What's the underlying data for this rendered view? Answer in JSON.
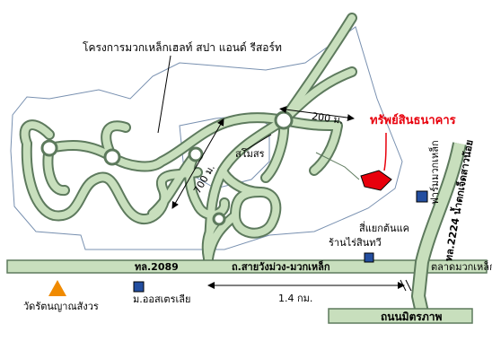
{
  "map": {
    "colors": {
      "road_fill": "#c8dfbd",
      "road_outline": "#5d7a5d",
      "boundary": "#7890b0",
      "property": "#e8000c",
      "building": "#234ea0",
      "temple": "#f08a00",
      "background": "#ffffff"
    },
    "labels": {
      "project": "โครงการมวกเหล็กเฮลท์ สปา แอนด์ รีสอร์ท",
      "property": "ทรัพย์สินธนาคาร",
      "dist_200": "200 ม.",
      "dist_700": "700 ม.",
      "samosorn": "สโมสร",
      "farm": "ฟาร์มมวกเหล็ก",
      "hwy_2224": "ทล.2224 น้ำตกเจ็ดสาวน้อย",
      "intersection": "สี่แยกต้นแค",
      "shop": "ร้านไร่สินทวี",
      "hwy_2089": "ทล.2089",
      "road_main": "ถ.สายวังม่วง-มวกเหล็ก",
      "market": "ตลาดมวกเหล็ก",
      "temple": "วัดรัตนญาณสังวร",
      "university": "ม.ออสเตรเลีย",
      "dist_14": "1.4 กม.",
      "mittraphap": "ถนนมิตรภาพ"
    },
    "icons": [
      "temple-icon",
      "building-icon",
      "property-marker-icon",
      "arrow-icon"
    ]
  }
}
